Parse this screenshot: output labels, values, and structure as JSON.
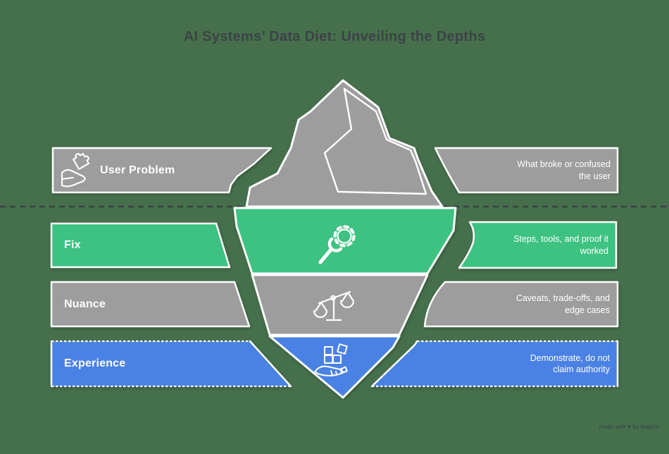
{
  "title": "AI Systems’ Data Diet: Unveiling the Depths",
  "watermark": "made with ♥ by Napkin",
  "colors": {
    "background": "#46704C",
    "gray": "#9D9D9D",
    "green": "#3DC281",
    "blue": "#4A81E4",
    "outline": "#FFFFFF",
    "title_text": "#3C4347",
    "waterline": "#3A4145"
  },
  "layers": [
    {
      "label": "User Problem",
      "icon": "puzzle-hand-icon",
      "color": "#9D9D9D",
      "description_lines": [
        "What broke or confused",
        "the user"
      ]
    },
    {
      "label": "Fix",
      "icon": "wrench-gear-icon",
      "color": "#3DC281",
      "description_lines": [
        "Steps, tools, and proof it",
        "worked"
      ]
    },
    {
      "label": "Nuance",
      "icon": "balance-scale-icon",
      "color": "#9D9D9D",
      "description_lines": [
        "Caveats, trade-offs, and",
        "edge cases"
      ]
    },
    {
      "label": "Experience",
      "icon": "hand-building-blocks-icon",
      "color": "#4A81E4",
      "description_lines": [
        "Demonstrate, do not",
        "claim authority"
      ]
    }
  ]
}
